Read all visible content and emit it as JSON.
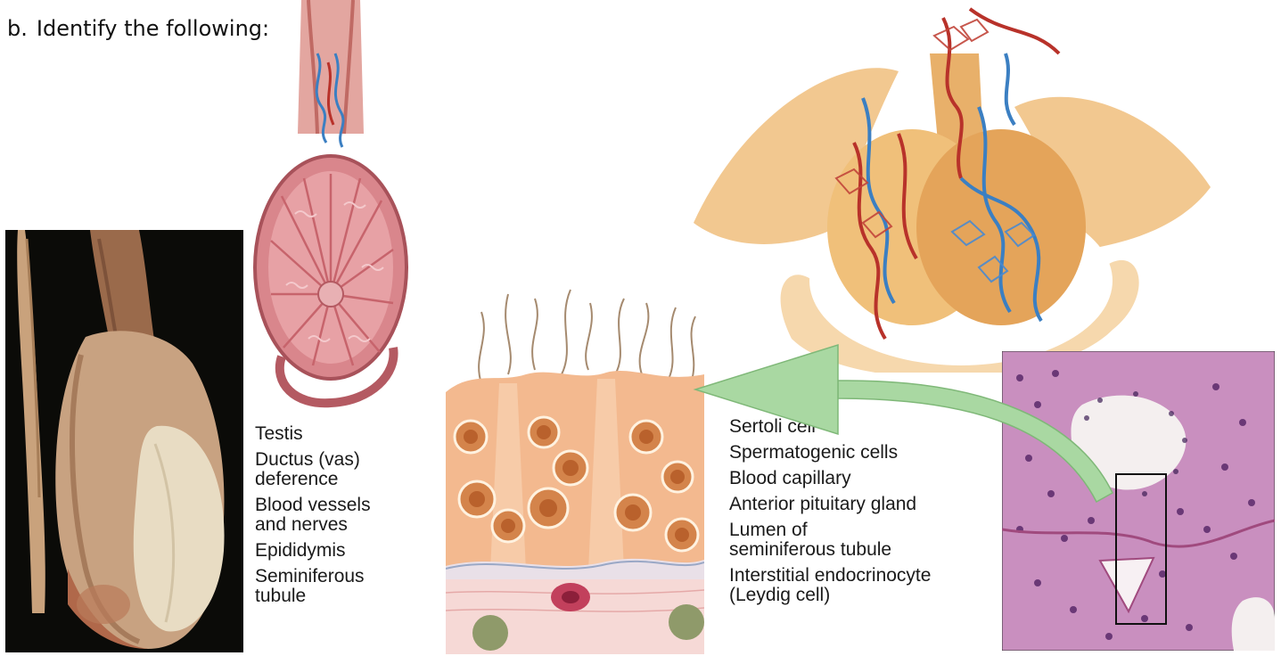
{
  "heading": {
    "number": "b.",
    "text": "Identify the following:"
  },
  "labels_left": [
    "Testis",
    "Ductus (vas)\ndeference",
    "Blood vessels\nand nerves",
    "Epididymis",
    "Seminiferous\ntubule"
  ],
  "labels_right": [
    "Sertoli cell",
    "Spermatogenic cells",
    "Blood capillary",
    "Anterior pituitary gland",
    "Lumen of\nseminiferous tubule",
    "Interstitial endocrinocyte\n(Leydig cell)"
  ],
  "colors": {
    "photo_bg": "#0b0b08",
    "tissue_pink": "#c8707a",
    "artery_red": "#b8322a",
    "vein_blue": "#3b7fc2",
    "bone_tan": "#f2c890",
    "arrow_green": "#a9d8a2",
    "histology_purple": "#8a4a8c"
  }
}
